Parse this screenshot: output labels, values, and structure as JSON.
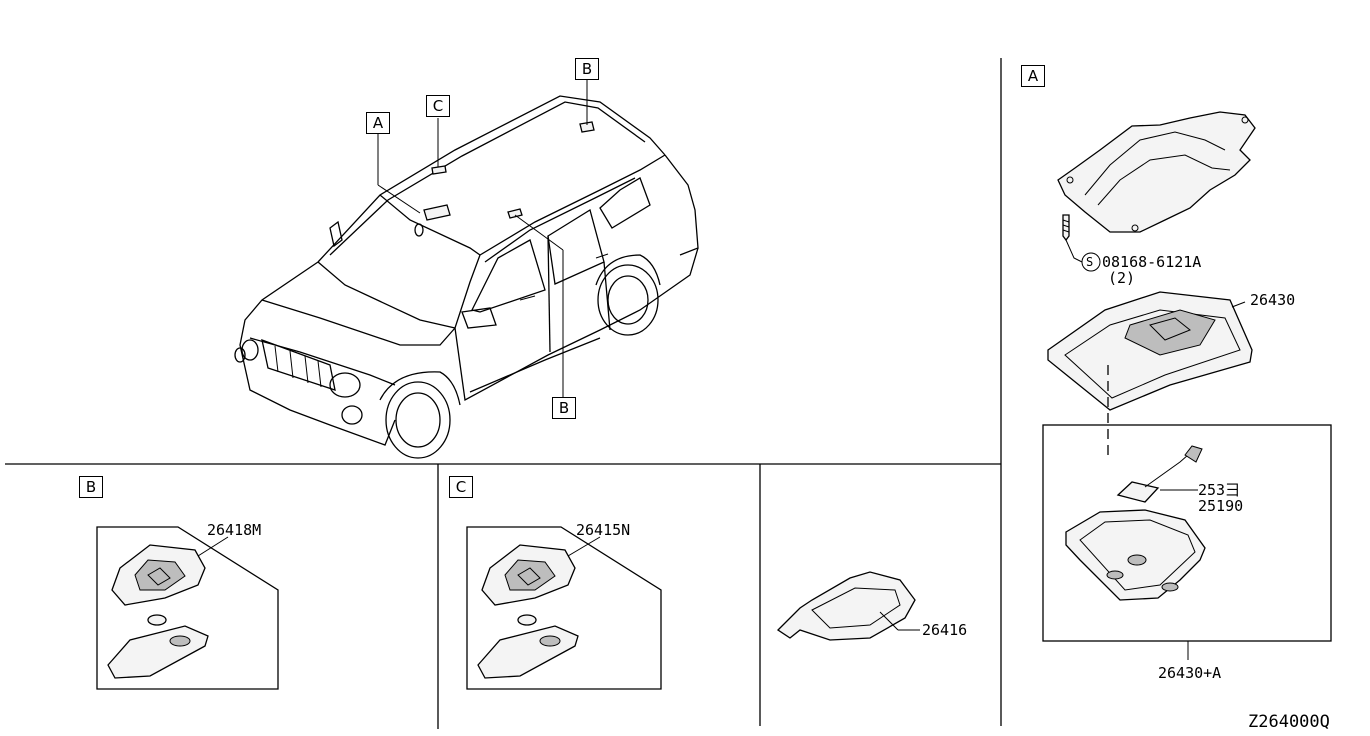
{
  "car_callouts": {
    "a": "A",
    "b_roof": "B",
    "c": "C",
    "b_side": "B"
  },
  "panel_a": {
    "label": "A",
    "bolt_symbol": "S",
    "bolt_part": "08168-6121A",
    "bolt_qty": "(2)",
    "bracket_part": "26430",
    "bulb_part_1": "253彐",
    "bulb_part_2": "25190",
    "assembly_part": "26430+A"
  },
  "panel_b": {
    "label": "B",
    "part": "26418M"
  },
  "panel_c": {
    "label": "C",
    "part": "26415N"
  },
  "panel_d": {
    "part": "26416"
  },
  "diagram_code": "Z264000Q"
}
